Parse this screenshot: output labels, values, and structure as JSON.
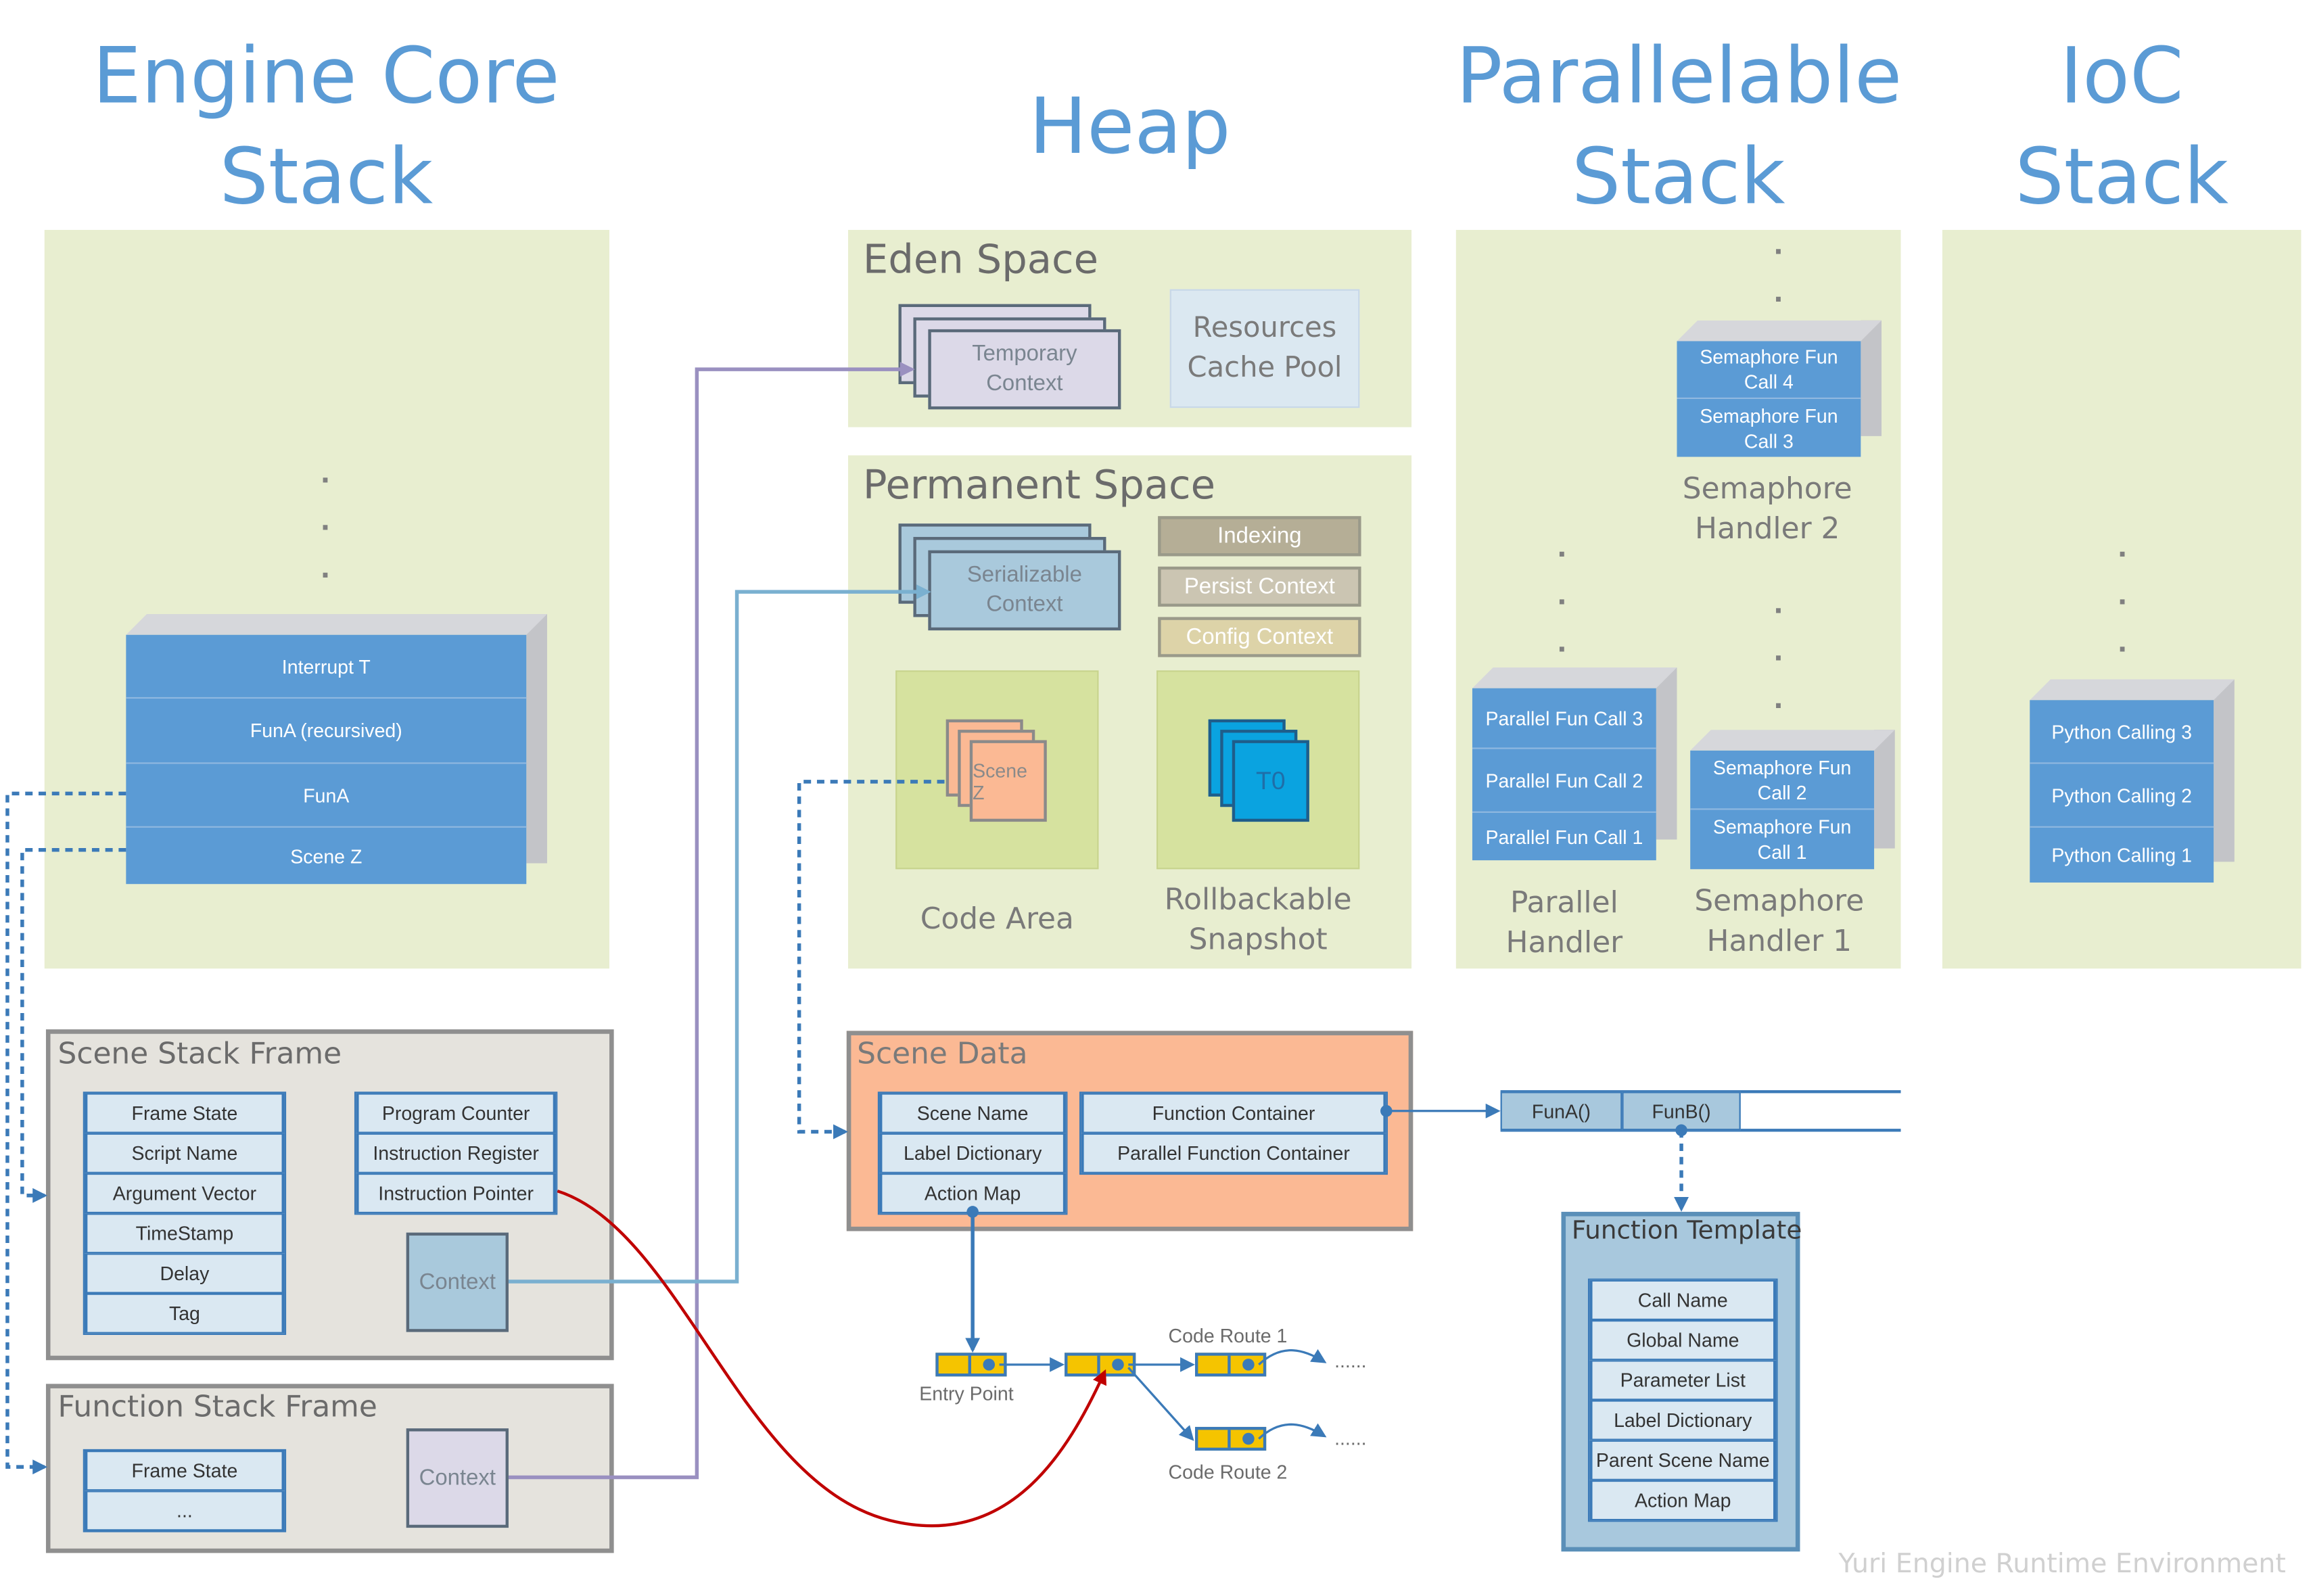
{
  "titles": {
    "engine_core": "Engine Core\nStack",
    "heap": "Heap",
    "parallelable": "Parallelable\nStack",
    "ioc": "IoC\nStack"
  },
  "engine_core_stack": [
    "Interrupt T",
    "FunA (recursived)",
    "FunA",
    "Scene Z"
  ],
  "heap": {
    "eden_title": "Eden Space",
    "temporary_context": "Temporary\nContext",
    "resources_cache_pool": "Resources\nCache Pool",
    "permanent_title": "Permanent Space",
    "serializable_context": "Serializable\nContext",
    "tags": [
      "Indexing",
      "Persist Context",
      "Config Context"
    ],
    "code_area_item": "Scene Z",
    "code_area_caption": "Code Area",
    "snapshot_item": "T0",
    "snapshot_caption": "Rollbackable\nSnapshot"
  },
  "parallelable": {
    "semaphore2_stack": [
      "Semaphore Fun\nCall 4",
      "Semaphore Fun\nCall 3"
    ],
    "semaphore2_caption": "Semaphore\nHandler 2",
    "parallel_stack": [
      "Parallel Fun Call 3",
      "Parallel Fun Call 2",
      "Parallel Fun Call 1"
    ],
    "parallel_caption": "Parallel\nHandler",
    "semaphore1_stack": [
      "Semaphore Fun\nCall 2",
      "Semaphore Fun\nCall 1"
    ],
    "semaphore1_caption": "Semaphore\nHandler 1"
  },
  "ioc": {
    "stack": [
      "Python Calling 3",
      "Python Calling 2",
      "Python Calling 1"
    ]
  },
  "scene_stack_frame": {
    "title": "Scene Stack Frame",
    "fields": [
      "Frame State",
      "Script Name",
      "Argument Vector",
      "TimeStamp",
      "Delay",
      "Tag"
    ],
    "registers": [
      "Program Counter",
      "Instruction Register",
      "Instruction Pointer"
    ],
    "context": "Context"
  },
  "function_stack_frame": {
    "title": "Function Stack Frame",
    "fields": [
      "Frame State",
      "..."
    ],
    "context": "Context"
  },
  "scene_data": {
    "title": "Scene Data",
    "left_fields": [
      "Scene Name",
      "Label Dictionary",
      "Action Map"
    ],
    "right_fields": [
      "Function Container",
      "Parallel Function Container"
    ]
  },
  "function_list": [
    "FunA()",
    "FunB()"
  ],
  "function_template": {
    "title": "Function Template",
    "fields": [
      "Call Name",
      "Global Name",
      "Parameter List",
      "Label Dictionary",
      "Parent Scene Name",
      "Action Map"
    ]
  },
  "code_route": {
    "entry_point": "Entry Point",
    "route1": "Code Route 1",
    "route2": "Code Route 2",
    "ellipsis": "......"
  },
  "watermark": "Yuri Engine Runtime Environment",
  "colors": {
    "title_blue": "#5b9bd5",
    "panel_green": "#e8eed0",
    "scene_data_orange": "#fbb994",
    "template_blue": "#a8c8dd",
    "node_yellow": "#f5c400",
    "ip_curve_red": "#c00000"
  }
}
